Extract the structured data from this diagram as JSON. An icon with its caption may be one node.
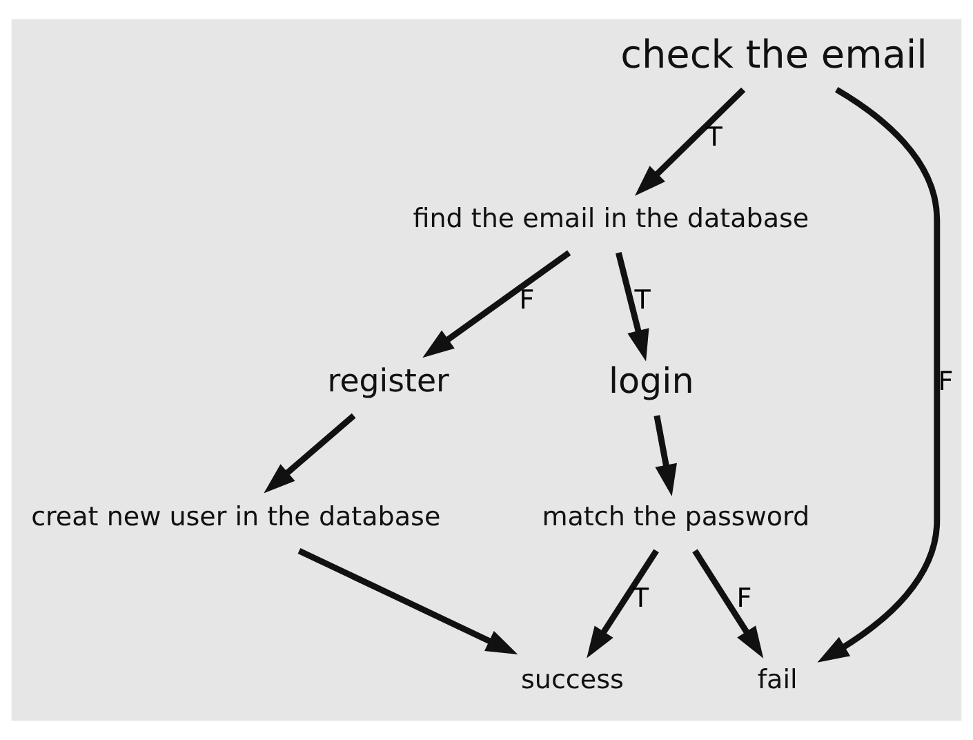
{
  "diagram": {
    "nodes": [
      {
        "text": [
          "check the email"
        ]
      },
      {
        "text": [
          "find the email in the database"
        ]
      },
      {
        "text": [
          "login"
        ]
      },
      {
        "text": [
          "register"
        ]
      },
      {
        "text": [
          "match the password"
        ]
      },
      {
        "text": [
          "creat new user in the database"
        ]
      },
      {
        "text": [
          "fail"
        ]
      },
      {
        "text": [
          "success"
        ]
      }
    ],
    "edges": [
      {
        "from": 0,
        "to": 1,
        "arrow": "to",
        "label": "T"
      },
      {
        "from": 0,
        "to": 6,
        "arrow": "to",
        "label": "F"
      },
      {
        "from": 1,
        "to": 2,
        "arrow": "to",
        "label": "T"
      },
      {
        "from": 1,
        "to": 3,
        "arrow": "to",
        "label": "F"
      },
      {
        "from": 2,
        "to": 4,
        "arrow": "to"
      },
      {
        "from": 3,
        "to": 5,
        "arrow": "to"
      },
      {
        "from": 4,
        "to": 6,
        "arrow": "to",
        "label": "F"
      },
      {
        "from": 4,
        "to": 7,
        "arrow": "to",
        "label": "T"
      },
      {
        "from": 5,
        "to": 7,
        "arrow": "to"
      }
    ]
  }
}
